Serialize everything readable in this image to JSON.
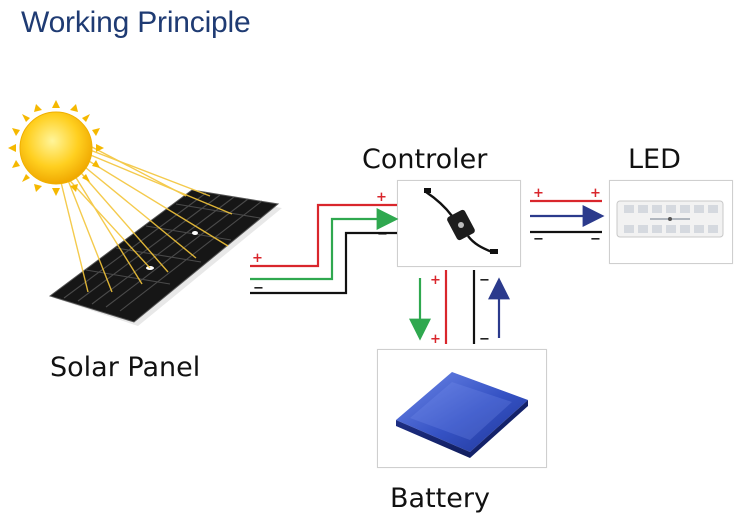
{
  "title": "Working Principle",
  "components": {
    "solar_panel": "Solar Panel",
    "controller": "Controler",
    "led": "LED",
    "battery": "Battery"
  },
  "polarity": {
    "plus": "+",
    "minus": "−"
  },
  "colors": {
    "title": "#1f3b73",
    "positive_wire": "#d9262c",
    "charge_wire": "#2fa84f",
    "negative_wire": "#111111",
    "led_flow": "#2b3a8c",
    "sun": "#f5c400",
    "panel": "#1a1a1a",
    "battery": "#2f4fb8"
  }
}
